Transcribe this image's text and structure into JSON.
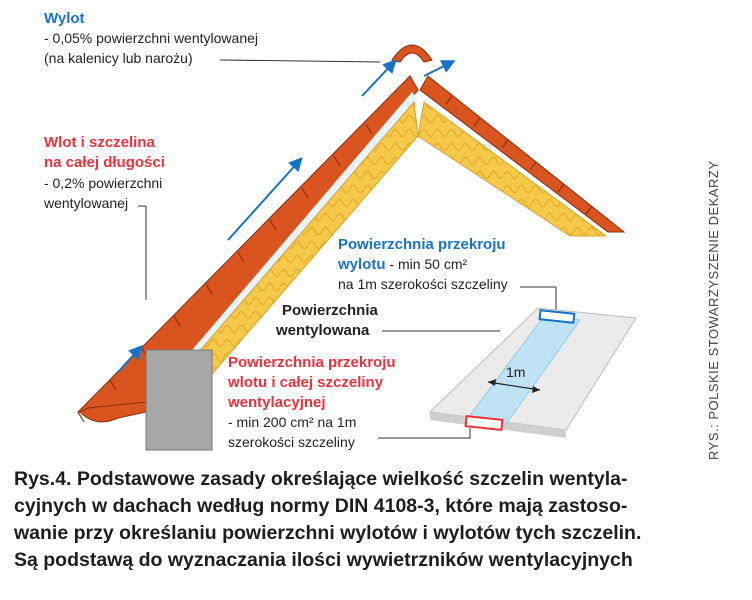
{
  "outlet": {
    "title": "Wylot",
    "line1": "- 0,05% powierzchni wentylowanej",
    "line2": "(na kalenicy lub narożu)"
  },
  "inlet": {
    "title1": "Wlot i szczelina",
    "title2": "na całej długości",
    "line1": "- 0,2% powierzchni",
    "line2": "wentylowanej"
  },
  "outlet_section": {
    "title1": "Powierzchnia przekroju",
    "title2": "wylotu",
    "title2_rest": " - min 50 cm²",
    "line2": "na 1m szerokości szczeliny"
  },
  "ventilated": {
    "line1": "Powierzchnia",
    "line2": "wentylowana"
  },
  "inlet_section": {
    "title1": "Powierzchnia przekroju",
    "title2": "wlotu i całej szczeliny",
    "title3": "wentylacyjnej",
    "line1": "- min 200 cm² na 1m",
    "line2": "szerokości szczeliny"
  },
  "dimension_label": "1m",
  "caption": "Rys.4. Podstawowe zasady określające wielkość szczelin wentyla-cyjnych w dachach według normy DIN 4108-3, które mają zastoso-wanie przy określaniu powierzchni wylotów i wylotów tych szczelin. Są podstawą do wyznaczania ilości wywietrzników wentylacyjnych",
  "caption_lines": [
    "Rys.4. Podstawowe zasady określające wielkość szczelin wentyla-",
    "cyjnych w dachach według normy DIN 4108-3, które mają zastoso-",
    "wanie przy określaniu powierzchni wylotów i wylotów tych szczelin.",
    "Są podstawą do wyznaczania ilości wywietrzników wentylacyjnych"
  ],
  "credit": "RYS.: POLSKIE STOWARZYSZENIE DEKARZY",
  "colors": {
    "tile": "#d9541e",
    "insulation": "#f6c94a",
    "arrow_blue": "#1a73c2",
    "label_red": "#e8333c",
    "wall": "#a7a7a7",
    "gap": "#bfe3f5"
  }
}
